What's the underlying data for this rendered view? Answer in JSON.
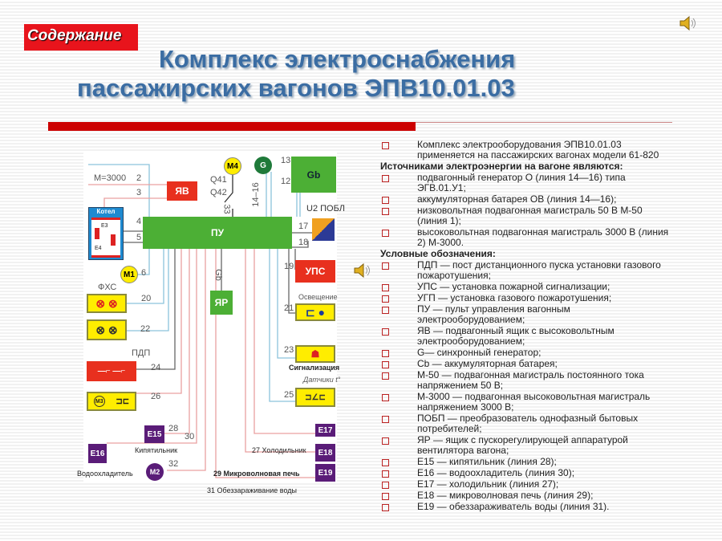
{
  "header": {
    "contents_button": "Содержание",
    "title_line1": "Комплекс электроснабжения",
    "title_line2": "пассажирских вагонов ЭПВ10.01.03"
  },
  "icons": {
    "sound": "speaker-icon"
  },
  "colors": {
    "title": "#3b6da3",
    "accent_red": "#cc0000",
    "pu_green": "#4caf35",
    "consumer_purple": "#5a1c78"
  },
  "diagram": {
    "m3000": "М=3000",
    "n2": "2",
    "n3": "3",
    "yav": "ЯВ",
    "kotel": "Котел",
    "e3": "Е3",
    "e4": "Е4",
    "n4": "4",
    "n5": "5",
    "pu": "ПУ",
    "m4": "М4",
    "q41": "Q41",
    "q42": "Q42",
    "n33": "33",
    "g": "G",
    "n1416": "14–16",
    "n13": "13",
    "n12": "12",
    "gb": "Gb",
    "pobl": "U2 ПОБЛ",
    "n17": "17",
    "n18": "18",
    "m1": "М1",
    "n6": "6",
    "fhs": "ФХС",
    "n20": "20",
    "yar": "ЯР",
    "gb_v": "Gb",
    "n19": "19",
    "ups": "УПС",
    "osv": "Освещение",
    "n21": "21",
    "n22": "22",
    "pdp": "ПДП",
    "n24": "24",
    "m3": "М3",
    "n26": "26",
    "n23": "23",
    "signal": "Сигнализация",
    "datchiki": "Датчики t°",
    "n25": "25",
    "e15": "Е15",
    "n28": "28",
    "kip": "Кипятильник",
    "e17": "Е17",
    "e18": "Е18",
    "hol": "27 Холодильник",
    "e16": "Е16",
    "n30": "30",
    "m2": "М2",
    "n32": "32",
    "vodo": "Водоохладитель",
    "e19": "Е19",
    "mikro": "29 Микроволновая печь",
    "obez": "31 Обеззараживание воды"
  },
  "text": [
    {
      "type": "item",
      "text": "Комплекс электрооборудования ЭПВ10.01.03 применяется на пассажирских вагонах модели 61-820"
    },
    {
      "type": "heading",
      "text": "Источниками электроэнергии на вагоне являются:"
    },
    {
      "type": "item",
      "text": "подвагонный генератор О (линия 14—16) типа ЭГВ.01.У1;"
    },
    {
      "type": "item",
      "text": "аккумуляторная батарея ОВ (линия 14—16);"
    },
    {
      "type": "item",
      "text": "низковольтная подвагонная магистраль 50 В М-50 (линия 1);"
    },
    {
      "type": "item",
      "text": "высоковольтная подвагонная магистраль 3000 В (линия 2) М-3000."
    },
    {
      "type": "heading",
      "text": "Условные обозначения:"
    },
    {
      "type": "item",
      "text": "ПДП — пост дистанционного пуска установки газового пожаротушения;"
    },
    {
      "type": "item",
      "text": "УПС — установка пожарной сигнализации;"
    },
    {
      "type": "item",
      "text": "УГП — установка газового пожаротушения;"
    },
    {
      "type": "item",
      "text": "ПУ — пульт управления вагонным электрооборудованием;"
    },
    {
      "type": "item",
      "text": "ЯВ — подвагонный ящик с высоковольтным электрооборудованием;"
    },
    {
      "type": "item",
      "text": "G— синхронный генератор;"
    },
    {
      "type": "item",
      "text": "Cb — аккумуляторная батарея;"
    },
    {
      "type": "item",
      "text": "М-50 — подвагонная магистраль постоянного тока напряжением 50 В;"
    },
    {
      "type": "item",
      "text": "М-3000 — подвагонная высоковольтная магистраль напряжением 3000 В;"
    },
    {
      "type": "item",
      "text": "ПОБП — преобразователь однофазный бытовых потребителей;"
    },
    {
      "type": "item",
      "text": "ЯР — ящик с пускорегулирующей аппаратурой вентилятора вагона;"
    },
    {
      "type": "item",
      "text": "Е15 — кипятильник (линия 28);"
    },
    {
      "type": "item",
      "text": "Е16 — водоохладитель (линия 30);"
    },
    {
      "type": "item",
      "text": "Е17 — холодильник (линия 27);"
    },
    {
      "type": "item",
      "text": "Е18 — микроволновая печь (линия 29);"
    },
    {
      "type": "item",
      "text": "Е19 — обеззараживатель воды (линия 31)."
    }
  ]
}
